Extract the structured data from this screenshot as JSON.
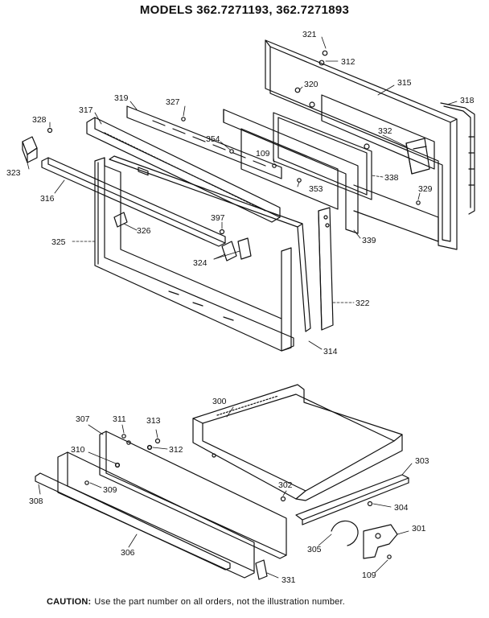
{
  "title": "MODELS 362.7271193, 362.7271893",
  "caution": {
    "label": "CAUTION:",
    "text": "Use the part number on all orders, not the illustration number."
  },
  "parts": {
    "p321": "321",
    "p312a": "312",
    "p315": "315",
    "p318": "318",
    "p320": "320",
    "p332": "332",
    "p338": "338",
    "p329": "329",
    "p339": "339",
    "p319": "319",
    "p317": "317",
    "p327": "327",
    "p328": "328",
    "p323": "323",
    "p316": "316",
    "p354": "354",
    "p109a": "109",
    "p353": "353",
    "p397": "397",
    "p326": "326",
    "p325": "325",
    "p324": "324",
    "p322": "322",
    "p314": "314",
    "p300": "300",
    "p307": "307",
    "p311": "311",
    "p313": "313",
    "p312b": "312",
    "p310": "310",
    "p309": "309",
    "p308": "308",
    "p306": "306",
    "p302": "302",
    "p303": "303",
    "p304": "304",
    "p301": "301",
    "p305": "305",
    "p109b": "109",
    "p331": "331"
  }
}
